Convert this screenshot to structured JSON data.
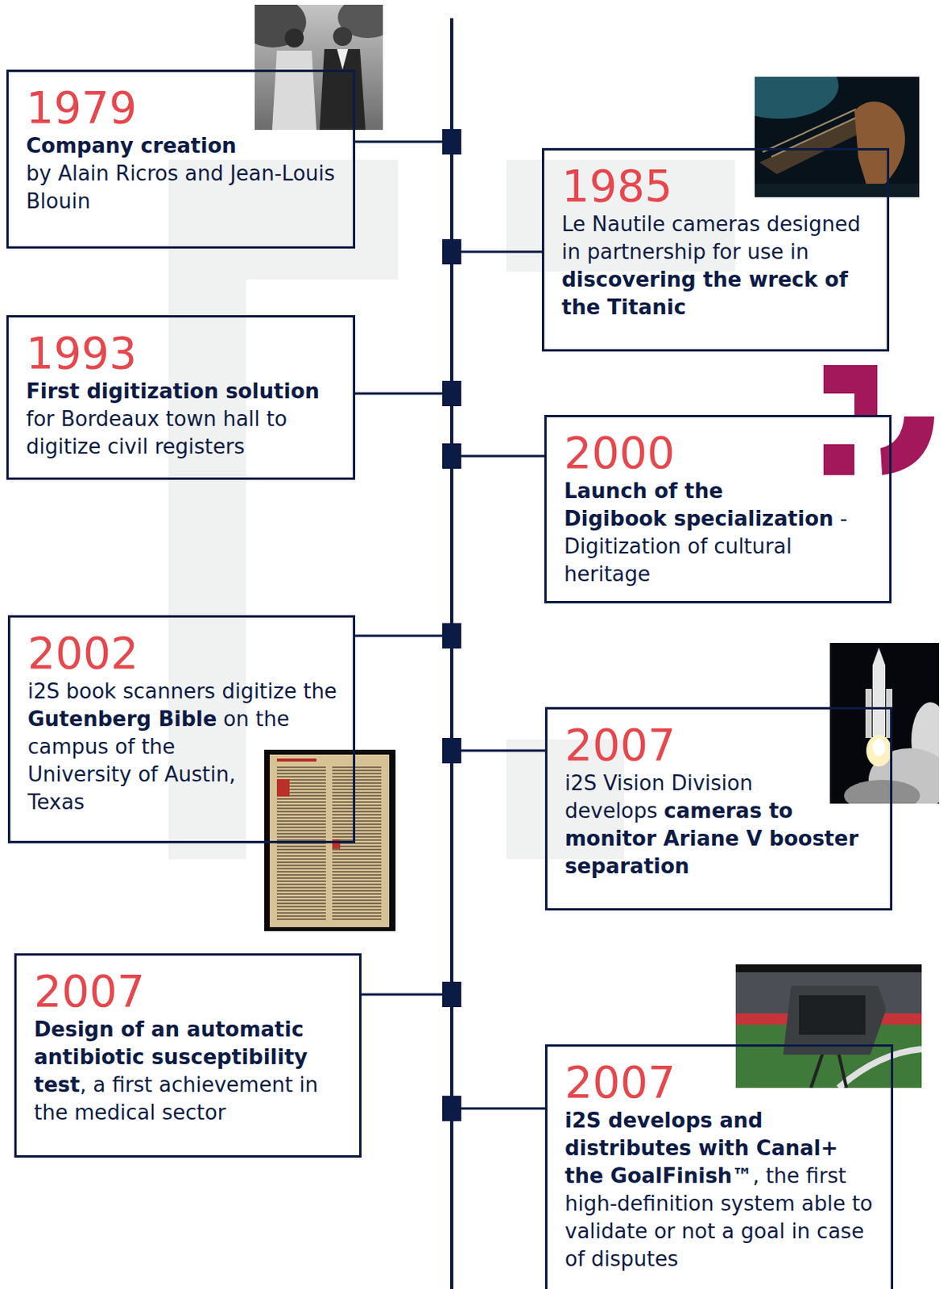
{
  "diagram": {
    "nodes": [
      {
        "text": [
          "1979",
          "Company creation",
          "by Alain Ricros and Jean-Louis Blouin"
        ]
      },
      {
        "text": [
          "1985",
          "Le Nautile cameras designed in partnership for use in",
          "discovering the wreck of the Titanic"
        ]
      },
      {
        "text": [
          "1993",
          "First digitization solution",
          "for Bordeaux town hall to digitize civil registers"
        ]
      },
      {
        "text": [
          "2000",
          "Launch of the Digibook specialization",
          "- Digitization of cultural heritage"
        ]
      },
      {
        "text": [
          "2002",
          "i2S book scanners digitize the",
          "Gutenberg Bible",
          "on the campus of the University of Austin, Texas"
        ]
      },
      {
        "text": [
          "2007",
          "i2S Vision Division develops",
          "cameras to monitor Ariane V booster separation"
        ]
      },
      {
        "text": [
          "2007",
          "Design of an automatic antibiotic susceptibility test",
          ", a first achievement in the medical sector"
        ]
      },
      {
        "text": [
          "2007",
          "i2S develops and distributes with Canal+ the GoalFinish™",
          ", the first high-definition system able to validate or not a goal in case of disputes"
        ]
      }
    ]
  }
}
